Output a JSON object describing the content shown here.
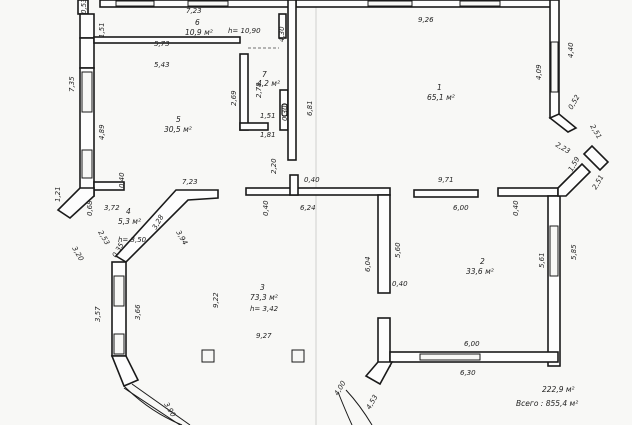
{
  "rooms": [
    {
      "id": "r1",
      "number": "1",
      "area": "65,1 м²"
    },
    {
      "id": "r2",
      "number": "2",
      "area": "33,6 м²"
    },
    {
      "id": "r3",
      "number": "3",
      "area": "73,3 м²",
      "height": "h= 3,42"
    },
    {
      "id": "r4",
      "number": "4",
      "area": "5,3 м²",
      "height": "h= 3,50"
    },
    {
      "id": "r5",
      "number": "5",
      "area": "30,5 м²"
    },
    {
      "id": "r6",
      "number": "6",
      "area": "10,9 м²",
      "height": "h= 10,90"
    },
    {
      "id": "r7",
      "number": "7",
      "area": "4,2 м²"
    }
  ],
  "dimensions": [
    "0,53",
    "7,23",
    "9,26",
    "4,40",
    "1,51",
    "5,73",
    "4,30",
    "5,43",
    "2,78",
    "2,69",
    "4,09",
    "7,35",
    "0,52",
    "2,51",
    "4,89",
    "1,51",
    "0,30",
    "6,81",
    "1,81",
    "2,23",
    "1,59",
    "2,51",
    "0,40",
    "2,20",
    "0,40",
    "1,21",
    "3,72",
    "7,23",
    "9,71",
    "0,68",
    "0,40",
    "6,24",
    "6,00",
    "0,40",
    "3,28",
    "2,53",
    "3,94",
    "3,20",
    "0,35",
    "6,04",
    "5,60",
    "5,61",
    "5,85",
    "0,40",
    "3,57",
    "3,66",
    "9,22",
    "9,27",
    "6,00",
    "6,30",
    "3,90",
    "4,00",
    "4,53"
  ],
  "totals": {
    "sum": "222,9 м²",
    "all": "Всего : 855,4 м²"
  }
}
